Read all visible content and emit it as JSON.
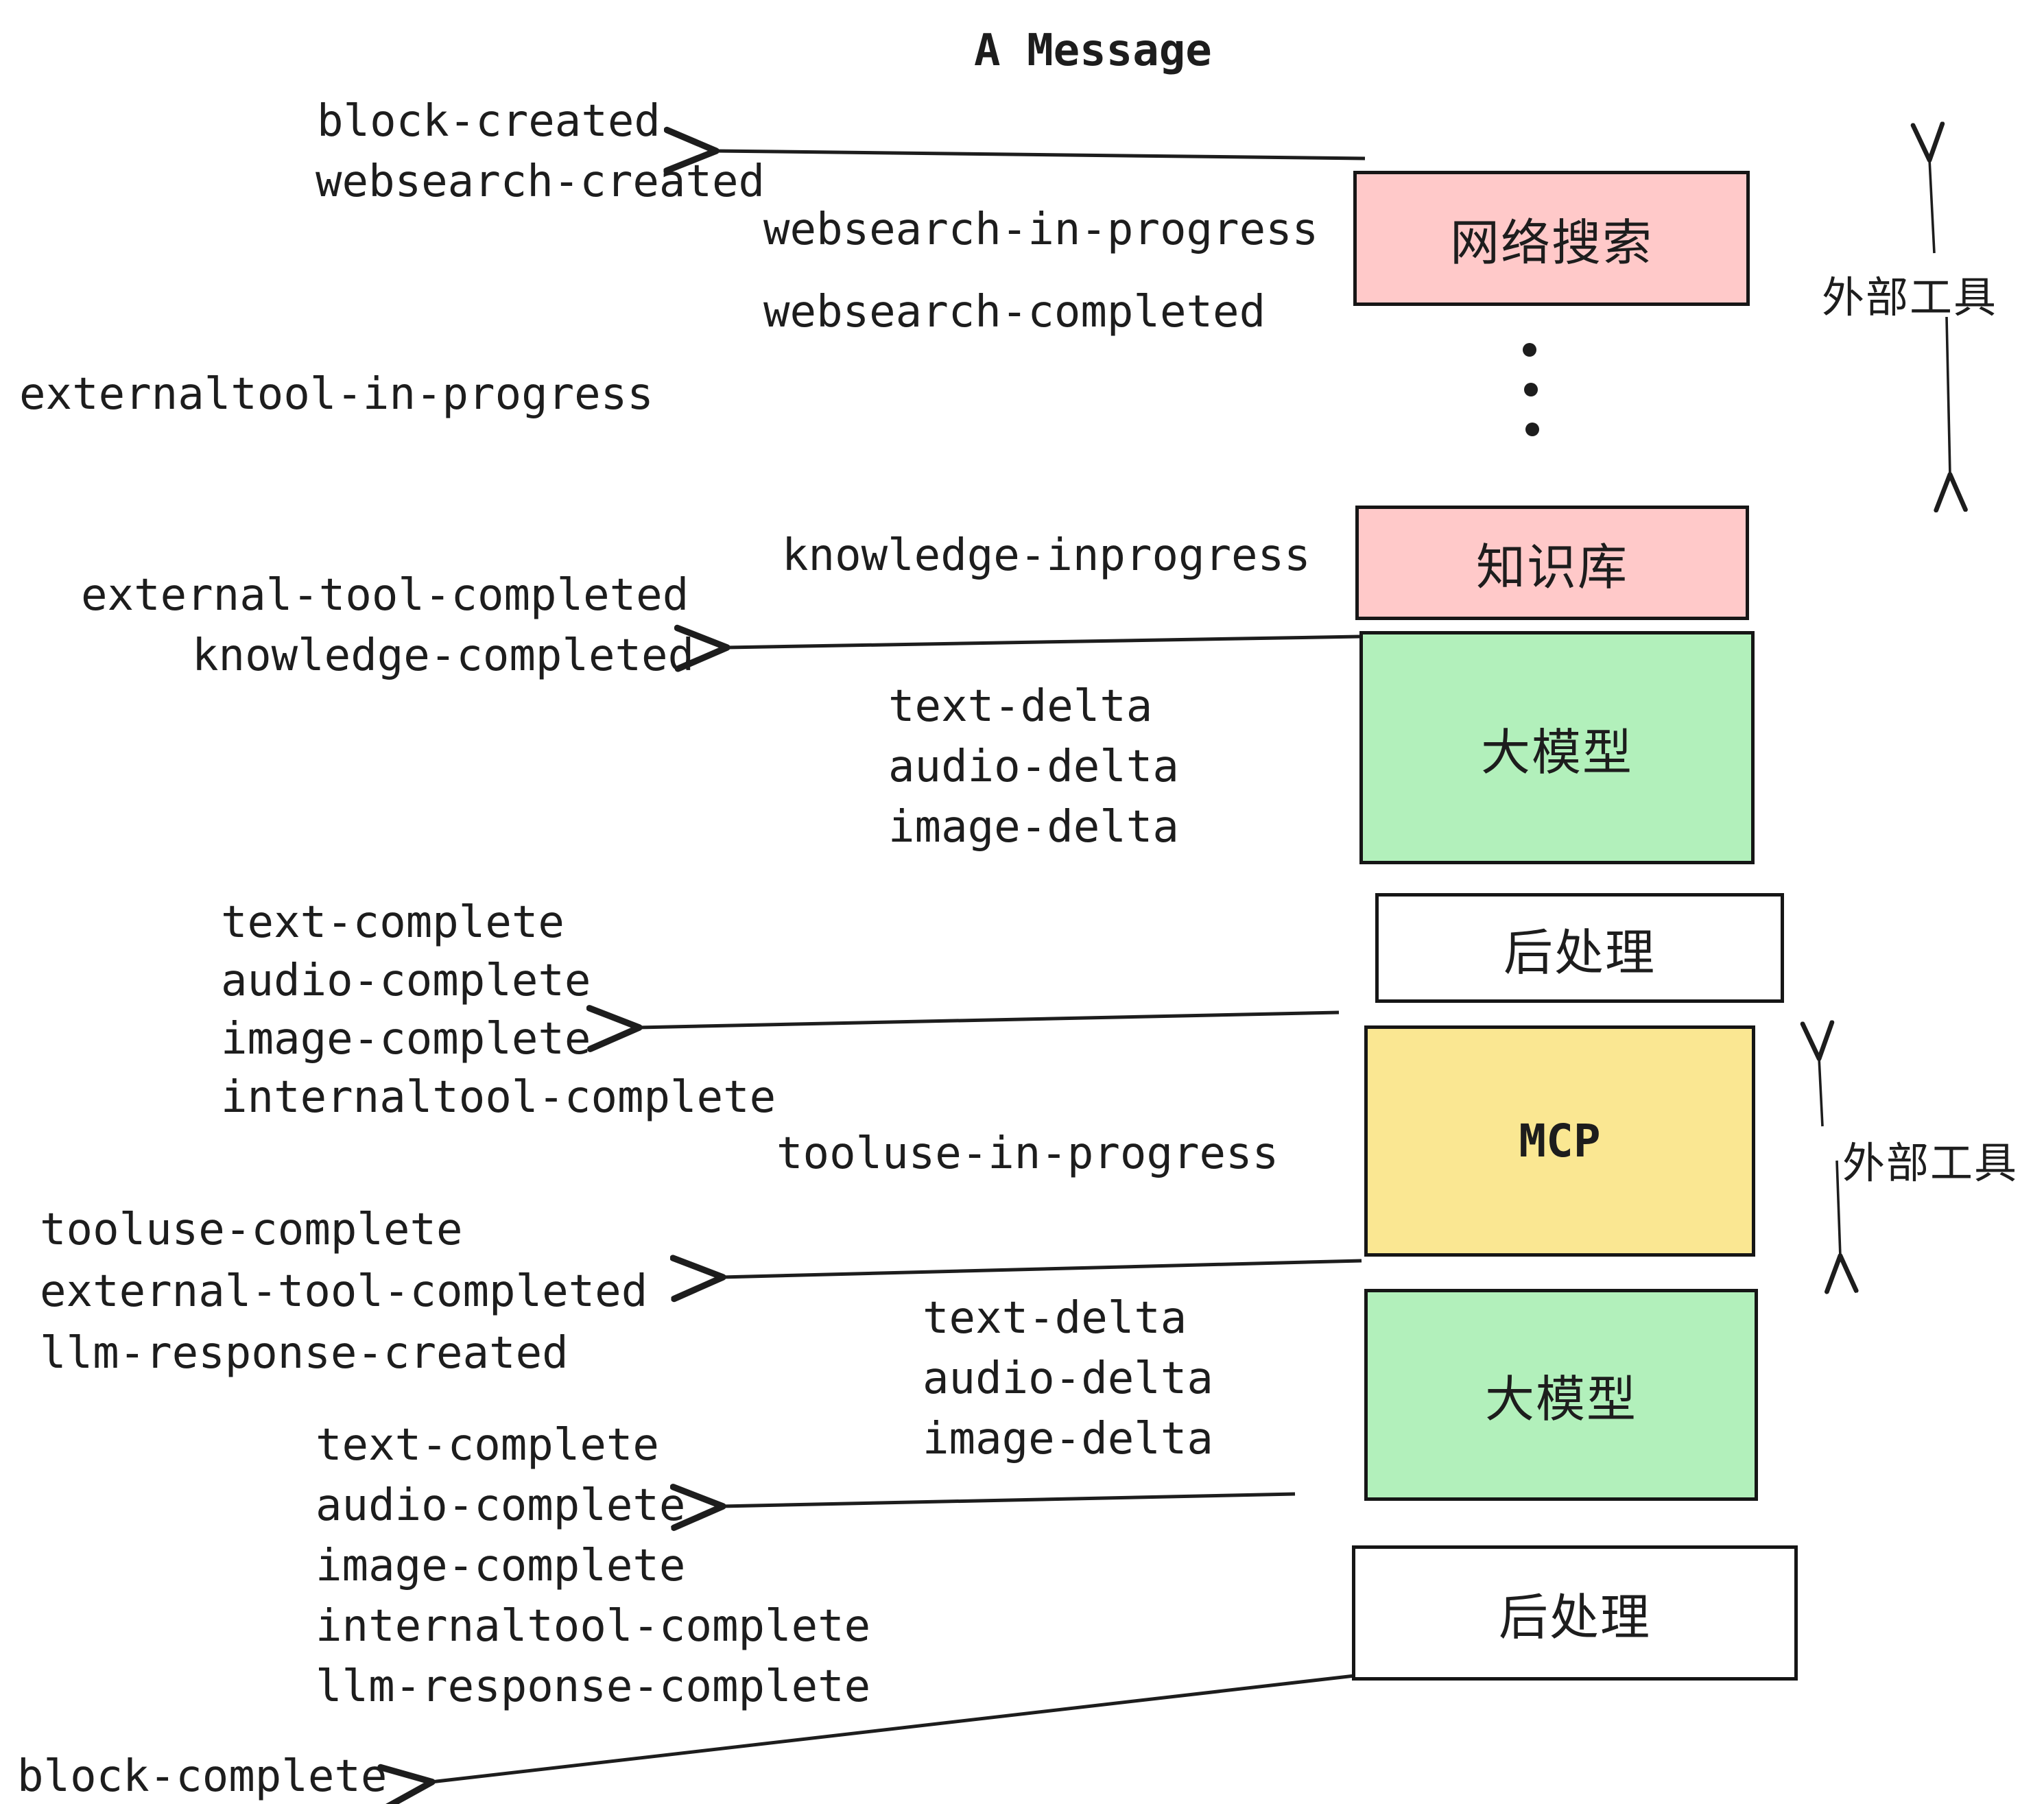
{
  "title": "A Message",
  "events": [
    "block-created",
    "websearch-created",
    "websearch-in-progress",
    "websearch-completed",
    "externaltool-in-progress",
    "knowledge-inprogress",
    "external-tool-completed",
    "knowledge-completed",
    "text-delta",
    "audio-delta",
    "image-delta",
    "text-complete",
    "audio-complete",
    "image-complete",
    "internaltool-complete",
    "tooluse-in-progress",
    "tooluse-complete",
    "external-tool-completed",
    "llm-response-created",
    "text-delta",
    "audio-delta",
    "image-delta",
    "text-complete",
    "audio-complete",
    "image-complete",
    "internaltool-complete",
    "llm-response-complete",
    "block-complete"
  ],
  "boxes": [
    {
      "label": "网络搜索",
      "color": "#ffc9c9"
    },
    {
      "label": "知识库",
      "color": "#ffc9c9"
    },
    {
      "label": "大模型",
      "color": "#b2f0bb"
    },
    {
      "label": "后处理",
      "color": "#ffffff"
    },
    {
      "label": "MCP",
      "color": "#fae792"
    },
    {
      "label": "大模型",
      "color": "#b2f0bb"
    },
    {
      "label": "后处理",
      "color": "#ffffff"
    }
  ],
  "side_labels": [
    "外部工具",
    "外部工具"
  ],
  "colors": {
    "ink": "#1d1d1d",
    "box_border": "#161616",
    "pink": "#ffc9c9",
    "green": "#b2f0bb",
    "yellow": "#fae792",
    "white": "#ffffff",
    "background": "#ffffff"
  }
}
